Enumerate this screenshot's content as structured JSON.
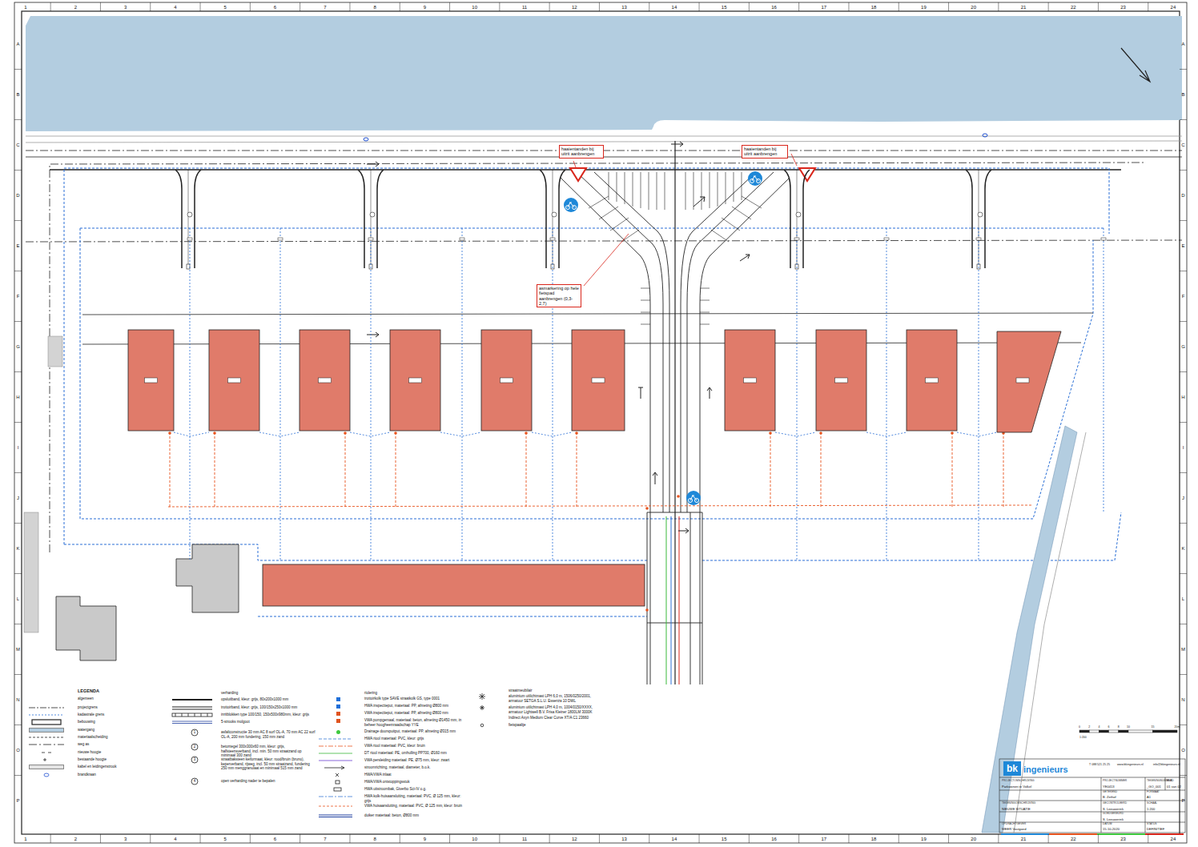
{
  "diagram": {
    "nodes": [
      {
        "text": [
          "haaientanden bij uitrit aanbrengen"
        ]
      },
      {
        "text": [
          "haaientanden bij uitrit aanbrengen"
        ]
      },
      {
        "text": [
          "asmarkering op hele fietspad aanbrengen (0,3-2,7)"
        ]
      },
      {
        "text": [
          "bk"
        ]
      }
    ],
    "labels": [
      "1",
      "2",
      "3",
      "4",
      "5",
      "6",
      "7",
      "8",
      "9",
      "10",
      "11",
      "12",
      "13",
      "14",
      "15",
      "16",
      "17",
      "18",
      "19",
      "20",
      "21",
      "22",
      "23",
      "24",
      "1",
      "2",
      "3",
      "4",
      "5",
      "6",
      "7",
      "8",
      "9",
      "10",
      "11",
      "12",
      "13",
      "14",
      "15",
      "16",
      "17",
      "18",
      "19",
      "20",
      "21",
      "22",
      "23",
      "24",
      "A",
      "B",
      "C",
      "D",
      "E",
      "F",
      "G",
      "H",
      "I",
      "J",
      "K",
      "L",
      "M",
      "N",
      "O",
      "P",
      "A",
      "B",
      "C",
      "D",
      "E",
      "F",
      "G",
      "H",
      "I",
      "J",
      "K",
      "L",
      "M",
      "N",
      "O",
      "P",
      "LEGENDA",
      "algemeen",
      "verharding",
      "riolering",
      "straatmeubilair",
      "1",
      "2",
      "3",
      "4",
      "ingenieurs",
      "T 088 521 25 25",
      "www.bkingenieurs.nl",
      "info@bkingenieurs.nl",
      "PROJECTOMSCHRIJVING",
      "Parkwonen te Volkel",
      "PROJECTNUMMER",
      "YE0413",
      "TEKENINGNUMMER",
      "_GO_001",
      "BLAD",
      "01 van 02",
      "GETEKEND",
      "B. Zethof",
      "FORMAAT",
      "A1",
      "TEKENINGOMSCHRIJVING",
      "NIEUWE SITUATIE",
      "GECONTROLEERD",
      "S. Leeuwerink",
      "SCHAAL",
      "1:200",
      "OPDRACHTGEVER",
      "WEER Vastgoed",
      "GOEDGEKEURD",
      "S. Leeuwerink",
      "DATUM",
      "15-10-2020",
      "STATUS",
      "DEFINITIEF",
      "0",
      "2",
      "4",
      "6",
      "8",
      "10",
      "15",
      "20m",
      "1:200"
    ],
    "legend": [
      {
        "text": "projectgrens"
      },
      {
        "text": "kadastrale grens"
      },
      {
        "text": "bebouwing"
      },
      {
        "text": "watergang",
        "color": "#b3cde0"
      },
      {
        "text": "materiaalscheiding"
      },
      {
        "text": "weg as"
      },
      {
        "text": "nieuwe hoogte"
      },
      {
        "text": "bestaande hoogte"
      },
      {
        "text": "kabel en leidingenstrook",
        "color": "#e3e3e3"
      },
      {
        "text": "brandkraan"
      },
      {
        "text": "opsluitband, kleur: grijs, 80x200x1000 mm"
      },
      {
        "text": "trottoirband, kleur: grijs, 100/150x250x1000 mm"
      },
      {
        "text": "inritblokken type 100/150, 150x500x980mm, kleur: grijs"
      },
      {
        "text": "5-strooks molgoot"
      },
      {
        "text": "asfaltconstructie 30 mm AC 8 surf OL-A, 70 mm AC 22 surf OL-A, 200 mm fundering, 150 mm zand"
      },
      {
        "text": "betontegel 300x300x60 mm, kleur: grijs, halfsteensverband, incl. min. 50 mm straatzand op minimaal 300 zand"
      },
      {
        "text": "straatbaksteen keiformaat, kleur: rood/bruin (bruno), keperverband, rijweg, incl. 50 mm straatzand, fundering 250 mm menggranulaat en minimaal 515 mm zand"
      },
      {
        "text": "open verharding nader te bepalen"
      },
      {
        "text": "trottoirkolk type SAVE straatkolk GS, type 0001",
        "color": "#1e6fd9"
      },
      {
        "text": "HWA inspectieput, materiaal: PP, afmeting Ø800 mm",
        "color": "#1e6fd9"
      },
      {
        "text": "VWA inspectieput, materiaal: PP, afmeting Ø800 mm",
        "color": "#e0541f"
      },
      {
        "text": "VWA pompgemaal, materiaal: beton, afmeting Ø1450 mm, in beheer hoogheemraadschap YYE",
        "color": "#e0541f"
      },
      {
        "text": "Drainage doorspuitput, materiaal: PP, afmeting Ø315 mm",
        "color": "#3ec93e"
      },
      {
        "text": "HWA riool materiaal: PVC, kleur: grijs"
      },
      {
        "text": "VWA riool materiaal: PVC, kleur: bruin"
      },
      {
        "text": "DT riool materiaal: PE, omhulling PP700, Ø160 mm"
      },
      {
        "text": "VWA persleiding materiaal: PE, Ø75 mm, kleur: zwart"
      },
      {
        "text": "stroomrichting, materiaal, diameter, b.o.k."
      },
      {
        "text": "HWA/VWA inlaat"
      },
      {
        "text": "HWA/VWA ontstoppingsstuk"
      },
      {
        "text": "HWA uitstroombak, Giverbo Sci-IV o.g."
      },
      {
        "text": "HWA kolk-huisaansluiting, materiaal: PVC, Ø 125 mm, kleur: grijs"
      },
      {
        "text": "VWA huisaansluiting, materiaal: PVC, Ø 125 mm, kleur: bruin"
      },
      {
        "text": "duiker materiaal: beton, Ø800 mm"
      },
      {
        "text": "aluminium uitlichtmast LPH 6,0 m, 1506/0250/2001, armatuur SETGA S.L.U. Essenza 10 DWL"
      },
      {
        "text": "aluminium uitlichtmast LPH 4,0 m, 1004/0150/XXXX, armatuur Lightwell B.V. Frisa Kleiner 1800LM 3000K"
      },
      {
        "text": "Indirect Axyn Medium Clear Curve XT/A C1 23660"
      },
      {
        "text": "fietspaaltje"
      }
    ]
  }
}
